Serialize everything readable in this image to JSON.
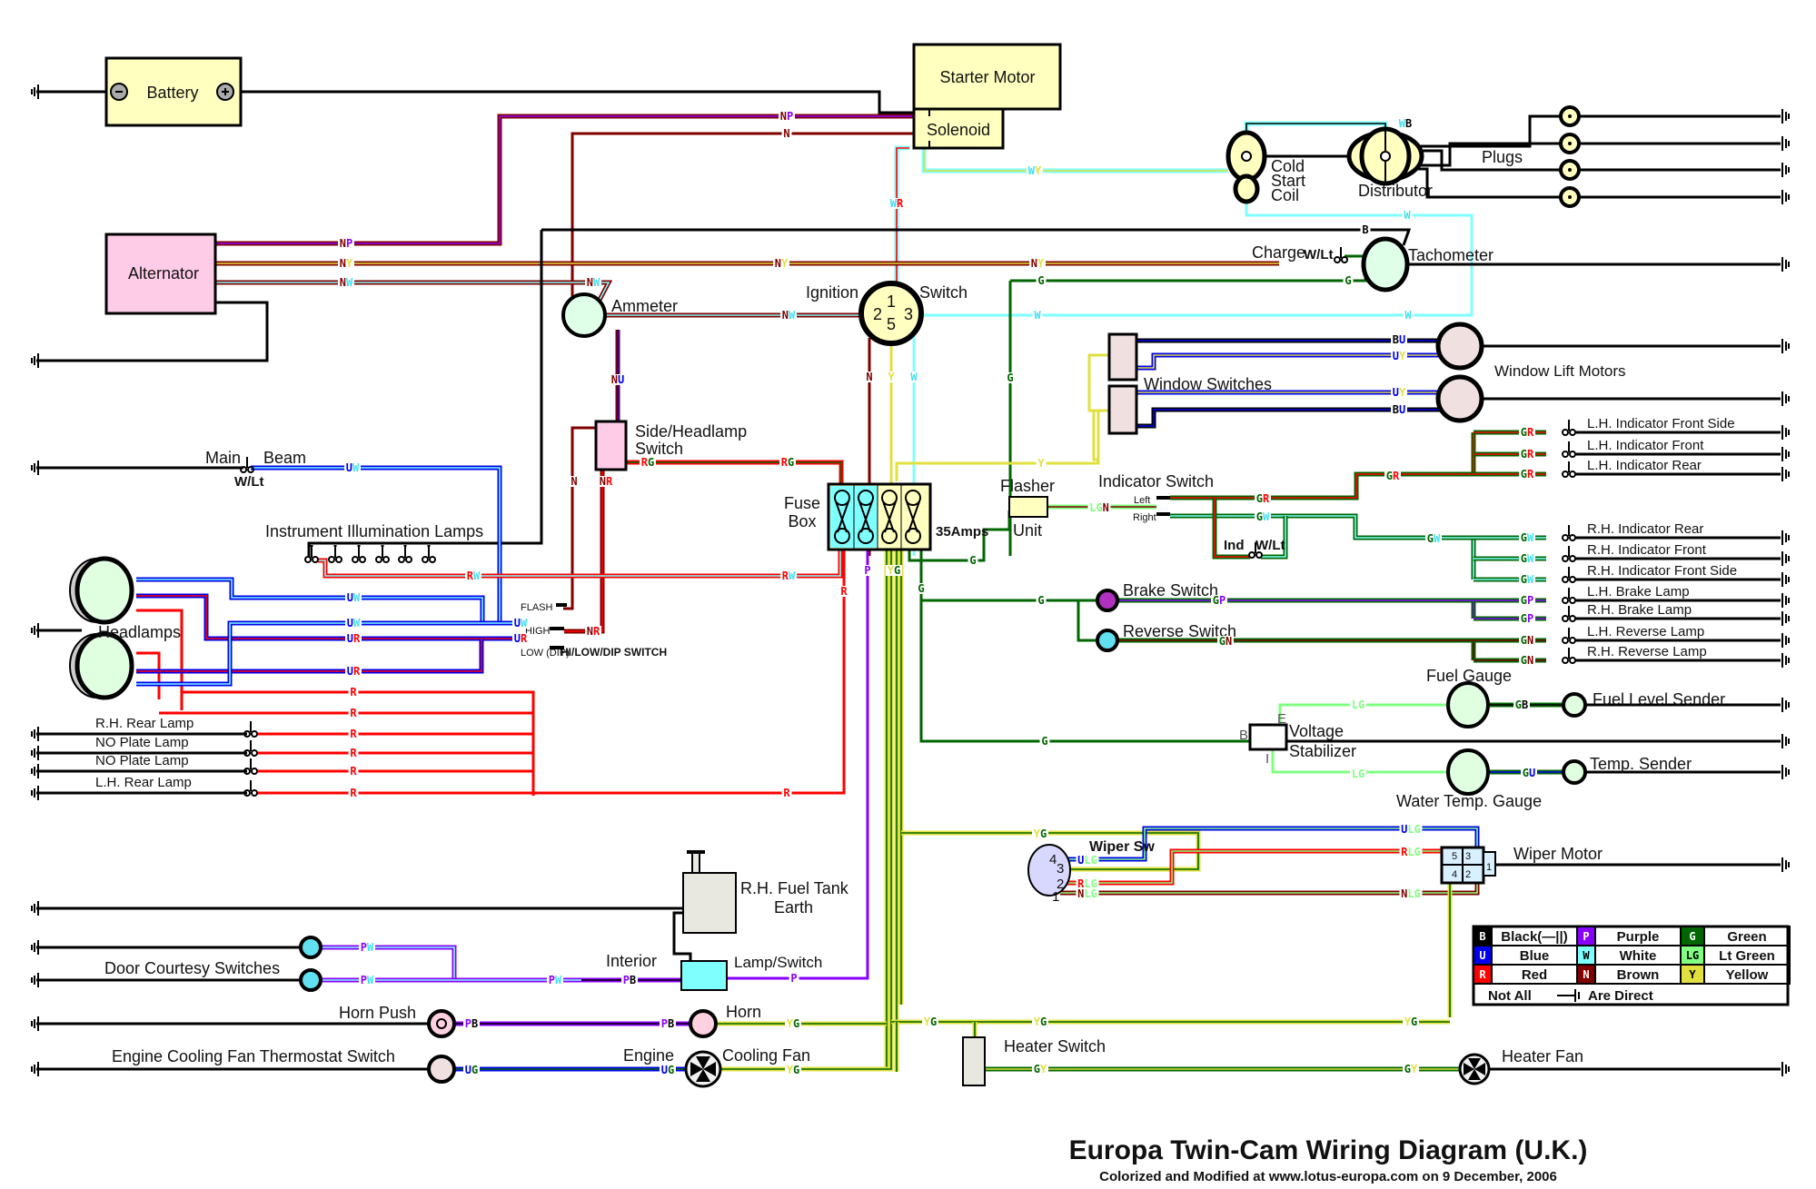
{
  "title": "Europa Twin-Cam Wiring Diagram (U.K.)",
  "subtitle": "Colorized and Modified at www.lotus-europa.com on 9 December, 2006",
  "colors": {
    "B": "#000000",
    "U": "#0000ee",
    "R": "#ff0000",
    "P": "#8800ff",
    "W": "#80ffff",
    "N": "#800000",
    "G": "#006600",
    "LG": "#80ff80",
    "Y": "#e0e040"
  },
  "components": {
    "battery": "Battery",
    "starter_motor": "Starter Motor",
    "solenoid": "Solenoid",
    "alternator": "Alternator",
    "ammeter": "Ammeter",
    "ignition": "Ignition",
    "switch": "Switch",
    "ign_pins": [
      "1",
      "2",
      "3",
      "5"
    ],
    "cold_start_coil": [
      "Cold",
      "Start",
      "Coil"
    ],
    "distributor": "Distributor",
    "plugs": "Plugs",
    "charge": "Charge",
    "charge_wlt": "W/Lt",
    "tachometer": "Tachometer",
    "window_lift_motors": "Window Lift Motors",
    "window_switches": "Window Switches",
    "side_headlamp_switch": [
      "Side/Headlamp",
      "Switch"
    ],
    "main_beam": [
      "Main",
      "Beam"
    ],
    "main_beam_wlt": "W/Lt",
    "instrument_lamps": "Instrument Illumination Lamps",
    "headlamps": "Headlamps",
    "fuse_box": [
      "Fuse",
      "Box"
    ],
    "fuse_rating": "35Amps",
    "flasher_unit": [
      "Flasher",
      "Unit"
    ],
    "indicator_switch": "Indicator Switch",
    "ind_left": "Left",
    "ind_right": "Right",
    "ind_wlt": [
      "Ind",
      "W/Lt"
    ],
    "brake_switch": "Brake Switch",
    "reverse_switch": "Reverse Switch",
    "hi_low": {
      "flash": "FLASH",
      "high": "HIGH",
      "low": "LOW (DIP)",
      "title": "HI/LOW/DIP SWITCH"
    },
    "fuel_gauge": "Fuel Gauge",
    "fuel_level_sender": "Fuel Level Sender",
    "voltage_stabilizer": [
      "Voltage",
      "Stabilizer"
    ],
    "vs_pins": [
      "B",
      "E",
      "I"
    ],
    "water_temp_gauge": "Water Temp. Gauge",
    "temp_sender": "Temp. Sender",
    "wiper_sw": "Wiper Sw",
    "wiper_sw_pins": [
      "4",
      "3",
      "2",
      "1"
    ],
    "wiper_motor": "Wiper Motor",
    "wiper_motor_pins": [
      "5",
      "3",
      "4",
      "2",
      "1"
    ],
    "fuel_tank": [
      "R.H. Fuel Tank",
      "Earth"
    ],
    "door_courtesy": "Door Courtesy Switches",
    "interior": "Interior",
    "lamp_switch": "Lamp/Switch",
    "horn_push": "Horn Push",
    "horn": "Horn",
    "thermo_switch": "Engine Cooling Fan Thermostat Switch",
    "engine": "Engine",
    "cooling_fan": "Cooling Fan",
    "heater_switch": "Heater Switch",
    "heater_fan": "Heater Fan"
  },
  "rear_lamps": [
    "R.H. Rear Lamp",
    "NO Plate Lamp",
    "NO Plate Lamp",
    "L.H. Rear Lamp"
  ],
  "right_lamps": [
    {
      "label": "L.H. Indicator Front Side",
      "code": "GR"
    },
    {
      "label": "L.H. Indicator Front",
      "code": "GR"
    },
    {
      "label": "L.H. Indicator Rear",
      "code": "GR"
    },
    {
      "label": "R.H. Indicator Rear",
      "code": "GW"
    },
    {
      "label": "R.H. Indicator Front",
      "code": "GW"
    },
    {
      "label": "R.H. Indicator Front Side",
      "code": "GW"
    },
    {
      "label": "L.H. Brake Lamp",
      "code": "GP"
    },
    {
      "label": "R.H. Brake Lamp",
      "code": "GP"
    },
    {
      "label": "L.H. Reverse Lamp",
      "code": "GN"
    },
    {
      "label": "R.H. Reverse Lamp",
      "code": "GN"
    }
  ],
  "legend": {
    "rows": [
      [
        {
          "code": "B",
          "name": "Black(—||)"
        },
        {
          "code": "P",
          "name": "Purple"
        },
        {
          "code": "G",
          "name": "Green"
        }
      ],
      [
        {
          "code": "U",
          "name": "Blue"
        },
        {
          "code": "W",
          "name": "White"
        },
        {
          "code": "LG",
          "name": "Lt Green"
        }
      ],
      [
        {
          "code": "R",
          "name": "Red"
        },
        {
          "code": "N",
          "name": "Brown"
        },
        {
          "code": "Y",
          "name": "Yellow"
        }
      ]
    ],
    "footer_left": "Not All",
    "footer_right": "Are Direct"
  }
}
